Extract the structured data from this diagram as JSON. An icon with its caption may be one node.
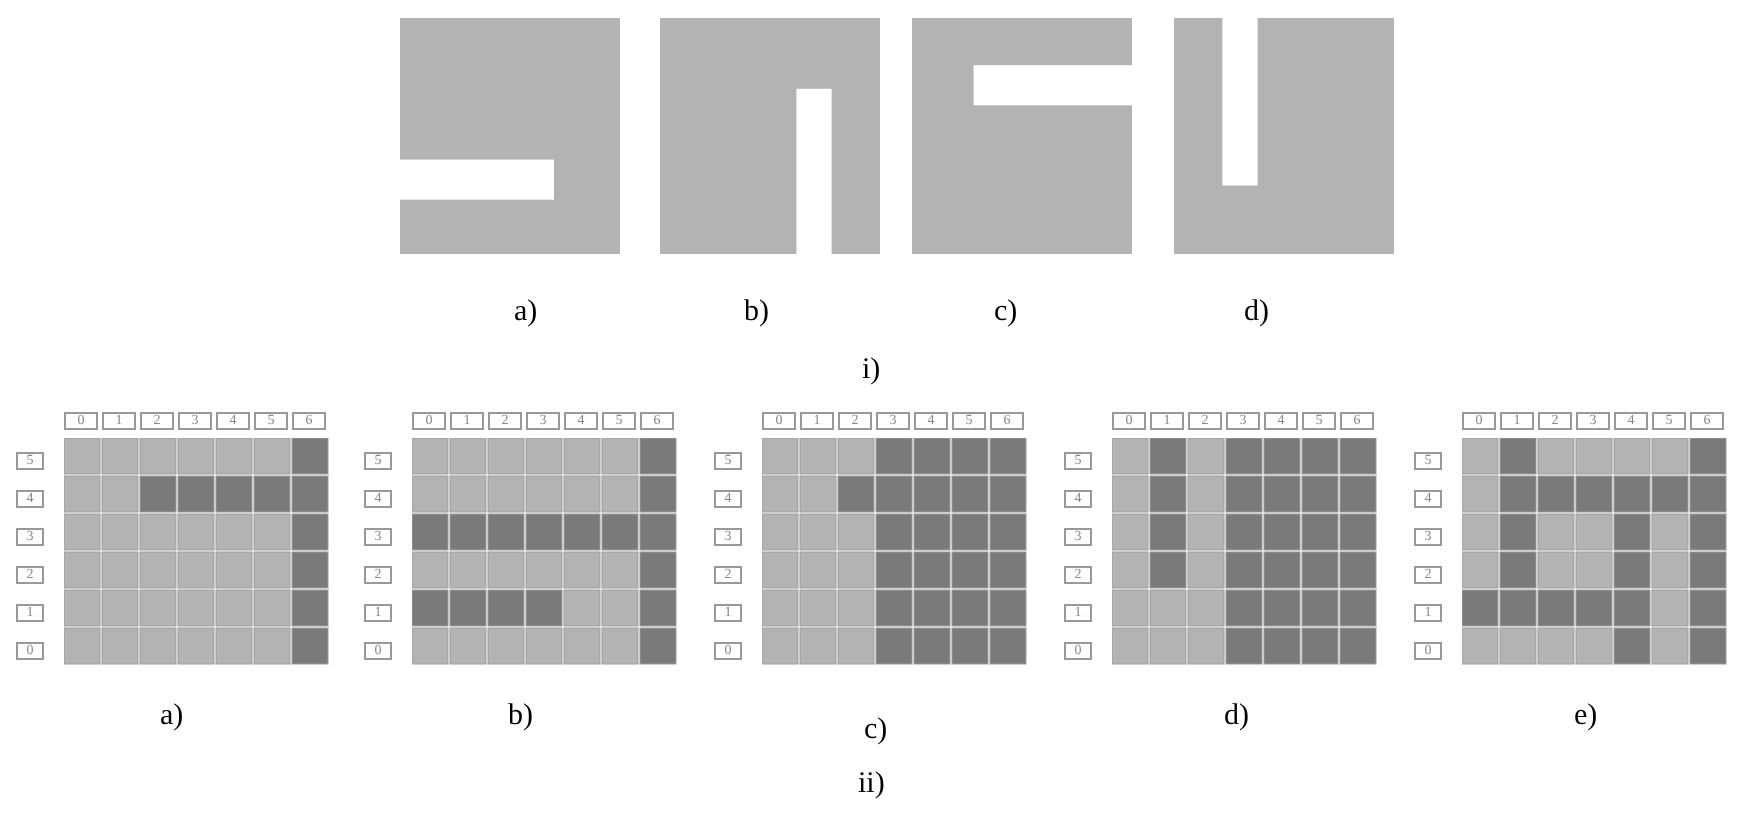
{
  "diagram": {
    "labels": [
      "a)",
      "b)",
      "c)",
      "d)",
      "i)",
      "0",
      "1",
      "2",
      "3",
      "4",
      "5",
      "6",
      "5",
      "4",
      "3",
      "2",
      "1",
      "0",
      "0",
      "1",
      "2",
      "3",
      "4",
      "5",
      "6",
      "5",
      "4",
      "3",
      "2",
      "1",
      "0",
      "0",
      "1",
      "2",
      "3",
      "4",
      "5",
      "6",
      "5",
      "4",
      "3",
      "2",
      "1",
      "0",
      "0",
      "1",
      "2",
      "3",
      "4",
      "5",
      "6",
      "5",
      "4",
      "3",
      "2",
      "1",
      "0",
      "0",
      "1",
      "2",
      "3",
      "4",
      "5",
      "6",
      "5",
      "4",
      "3",
      "2",
      "1",
      "0",
      "a)",
      "b)",
      "c)",
      "d)",
      "e)",
      "ii)"
    ]
  }
}
